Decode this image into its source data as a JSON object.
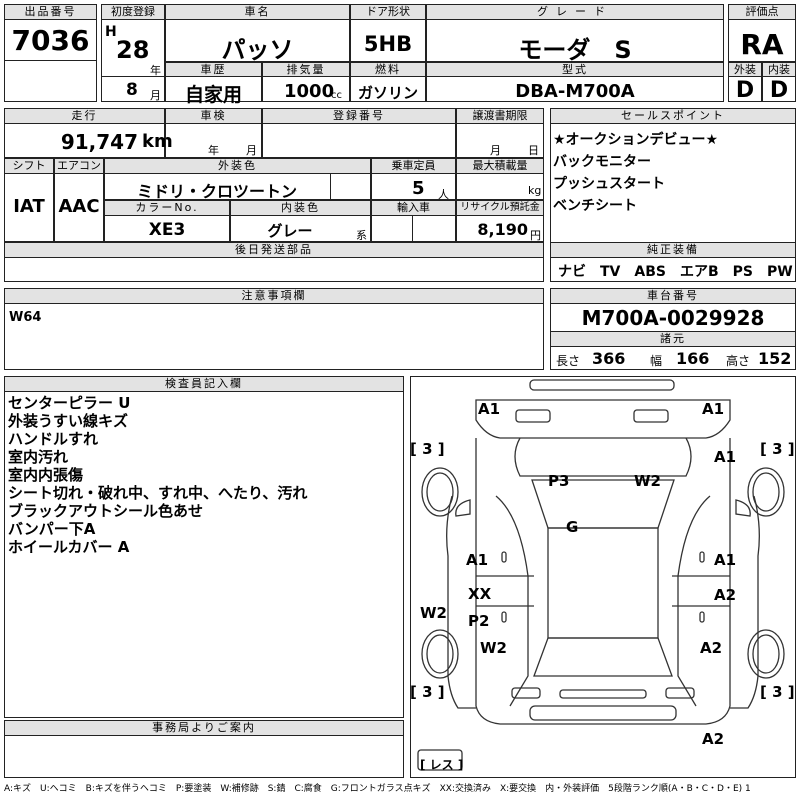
{
  "headers": {
    "lot_number": "出品番号",
    "first_registration": "初度登録",
    "car_name": "車名",
    "door_type": "ドア形状",
    "grade": "グレード",
    "score": "評価点",
    "history": "車歴",
    "displacement": "排気量",
    "fuel": "燃料",
    "model_code": "型式",
    "exterior_grade": "外装",
    "interior_grade": "内装",
    "mileage": "走行",
    "inspection": "車検",
    "registration_number": "登録番号",
    "transfer_deadline": "譲渡書期限",
    "sales_points": "セールスポイント",
    "shift": "シフト",
    "aircon": "エアコン",
    "exterior_color": "外装色",
    "capacity": "乗車定員",
    "max_load": "最大積載量",
    "color_no": "カラーNo.",
    "interior_color": "内装色",
    "import": "輸入車",
    "recycle_fee": "リサイクル預託金",
    "later_parts": "後日発送部品",
    "genuine_equipment": "純正装備",
    "notes": "注意事項欄",
    "chassis_number": "車台番号",
    "dimensions": "諸元",
    "inspector_notes": "検査員記入欄",
    "office_notice": "事務局よりご案内"
  },
  "units": {
    "era_initial": "H",
    "year": "年",
    "month": "月",
    "cc": "cc",
    "km": "km",
    "persons": "人",
    "kg": "kg",
    "yen": "円",
    "kei": "系"
  },
  "vehicle": {
    "lot_number": "7036",
    "registration_year": "28",
    "registration_month": "8",
    "car_name": "パッソ",
    "door_type": "5HB",
    "grade": "モーダ　S",
    "score": "RA",
    "history": "自家用",
    "displacement": "1000",
    "fuel": "ガソリン",
    "model_code": "DBA-M700A",
    "exterior_grade": "D",
    "interior_grade": "D",
    "mileage": "91,747",
    "shift": "IAT",
    "aircon": "AAC",
    "exterior_color": "ミドリ・クロツートン",
    "capacity": "5",
    "color_no": "XE3",
    "interior_color": "グレー",
    "recycle_fee": "8,190",
    "chassis_number": "M700A-0029928"
  },
  "sales_points": [
    "★オークションデビュー★",
    "バックモニター",
    "プッシュスタート",
    "ベンチシート"
  ],
  "equipment": "ナビ　TV　ABS　エアB　PS　PW",
  "notes_text": "W64",
  "dimensions": {
    "length_label": "長さ",
    "length": "366",
    "width_label": "幅",
    "width": "166",
    "height_label": "高さ",
    "height": "152"
  },
  "inspector_notes": [
    "センターピラー U",
    "外装うすい線キズ",
    "ハンドルすれ",
    "室内汚れ",
    "室内内張傷",
    "シート切れ・破れ中、すれ中、へたり、汚れ",
    "ブラックアウトシール色あせ",
    "バンパー下A",
    "ホイールカバー A"
  ],
  "damage_marks": {
    "front_left_corner": "A1",
    "front_right_corner": "A1",
    "tire_front_left": "[ 3 ]",
    "tire_front_right": "[ 3 ]",
    "right_fender": "A1",
    "roof_p3": "P3",
    "roof_w2": "W2",
    "windshield": "G",
    "left_front_door": "A1",
    "right_front_door": "A1",
    "left_center": "XX",
    "left_center_p2": "P2",
    "right_rear_door": "A2",
    "left_rocker": "W2",
    "left_rear_door": "W2",
    "right_quarter": "A2",
    "tire_rear_left": "[ 3 ]",
    "tire_rear_right": "[ 3 ]",
    "rear_bumper": "A2",
    "spare": "[ レス ]"
  },
  "legend": "A:キズ　U:ヘコミ　B:キズを伴うヘコミ　P:要塗装　W:補修跡　S:錆　C:腐食　G:フロントガラス点キズ　XX:交換済み　X:要交換　内・外装評価　5段階ランク順(A・B・C・D・E) 1"
}
